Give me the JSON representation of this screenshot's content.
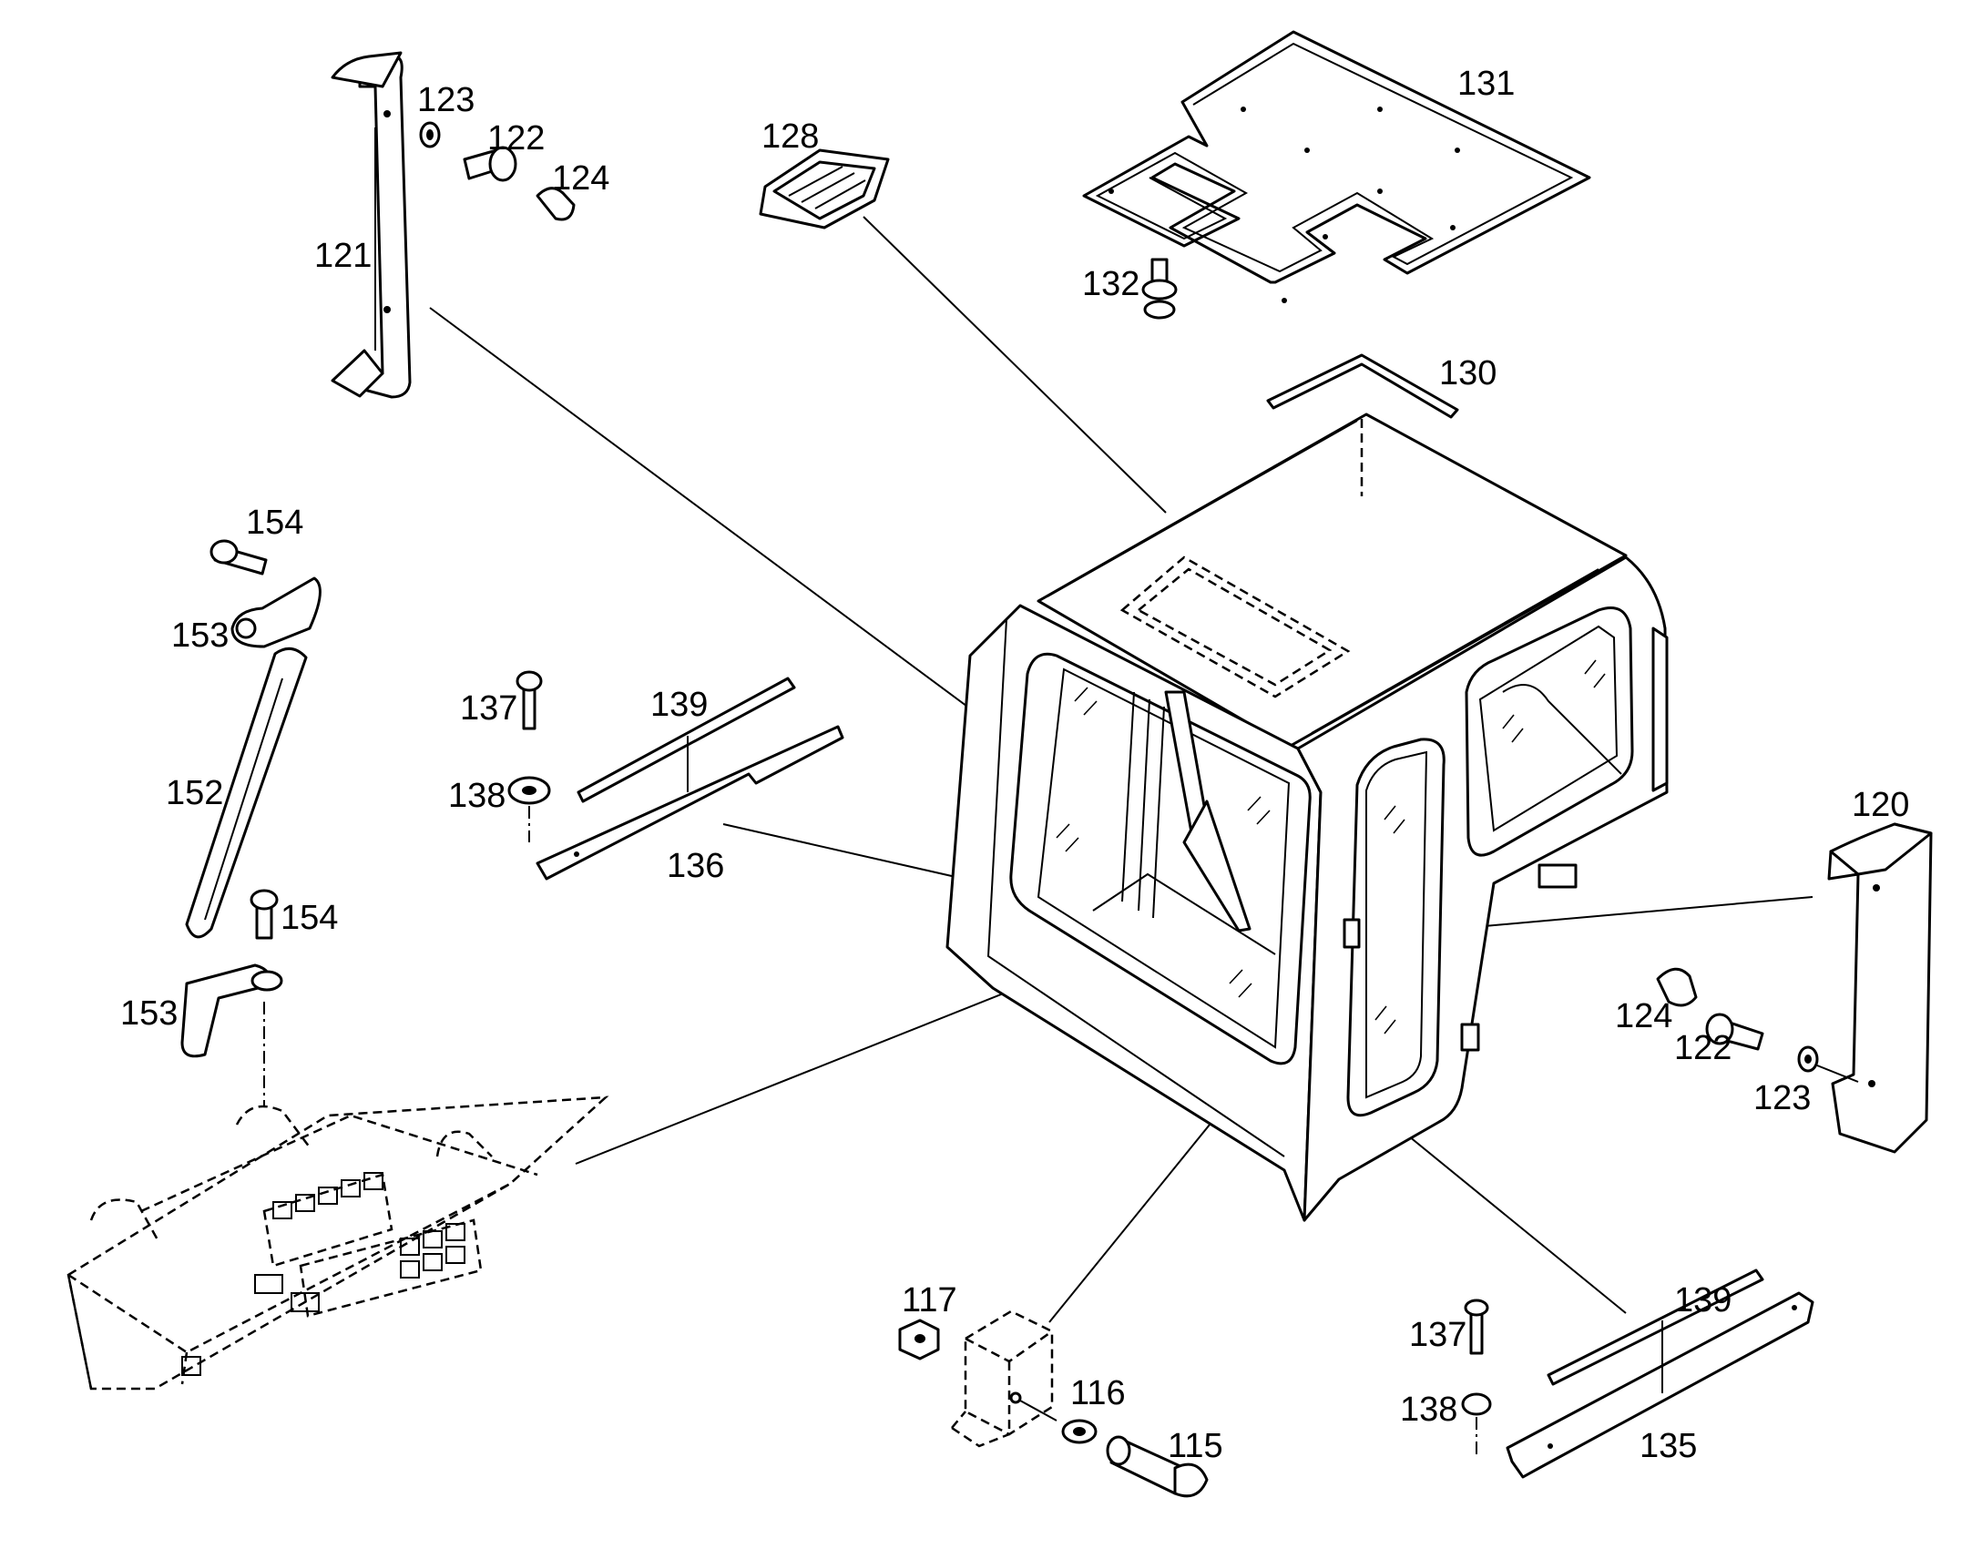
{
  "diagram": {
    "type": "exploded-parts-view",
    "part_labels": {
      "p115": "115",
      "p116": "116",
      "p117": "117",
      "p120": "120",
      "p121": "121",
      "p122a": "122",
      "p122b": "122",
      "p123a": "123",
      "p123b": "123",
      "p124a": "124",
      "p124b": "124",
      "p128": "128",
      "p130": "130",
      "p131": "131",
      "p132": "132",
      "p135": "135",
      "p136": "136",
      "p137a": "137",
      "p137b": "137",
      "p138a": "138",
      "p138b": "138",
      "p139a": "139",
      "p139b": "139",
      "p152": "152",
      "p153a": "153",
      "p153b": "153",
      "p154a": "154",
      "p154b": "154"
    }
  }
}
